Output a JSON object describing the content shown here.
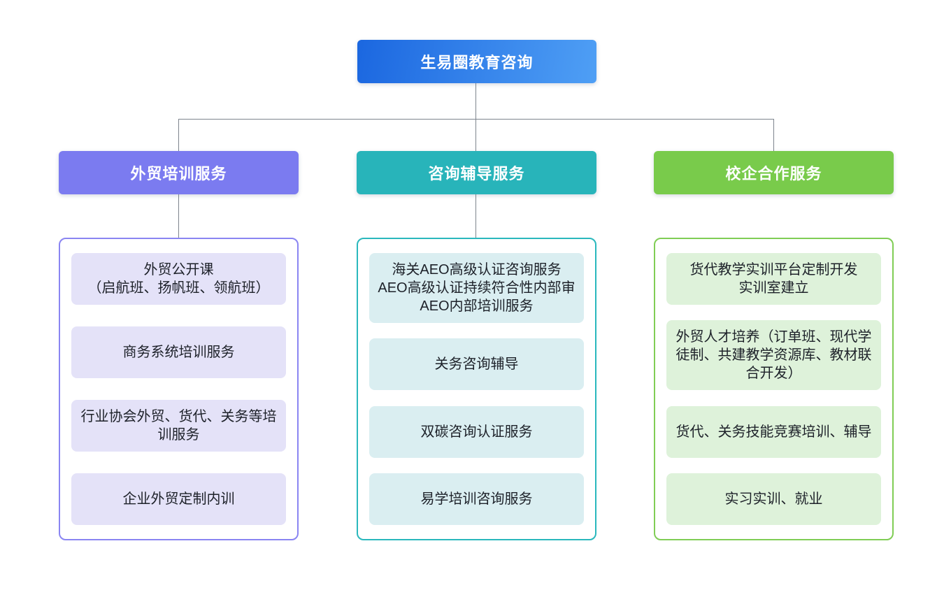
{
  "root": {
    "label": "生易圈教育咨询",
    "gradient_start": "#1b67e0",
    "gradient_end": "#4f9ff5"
  },
  "connector_color": "#7d848d",
  "columns": [
    {
      "header": "外贸培训服务",
      "header_color": "#7b7bf0",
      "border_color": "#8a85f2",
      "item_bg": "#e4e2f8",
      "items": [
        {
          "lines": [
            "外贸公开课",
            "（启航班、扬帆班、领航班）"
          ]
        },
        {
          "lines": [
            "商务系统培训服务"
          ]
        },
        {
          "lines": [
            "行业协会外贸、货代、关务等培训服务"
          ]
        },
        {
          "lines": [
            "企业外贸定制内训"
          ]
        }
      ]
    },
    {
      "header": "咨询辅导服务",
      "header_color": "#28b4ba",
      "border_color": "#2ab8bd",
      "item_bg": "#daeef1",
      "items": [
        {
          "lines": [
            "海关AEO高级认证咨询服务",
            "AEO高级认证持续符合性内部审",
            "AEO内部培训服务"
          ]
        },
        {
          "lines": [
            "关务咨询辅导"
          ]
        },
        {
          "lines": [
            "双碳咨询认证服务"
          ]
        },
        {
          "lines": [
            "易学培训咨询服务"
          ]
        }
      ]
    },
    {
      "header": "校企合作服务",
      "header_color": "#79cb4b",
      "border_color": "#80cd55",
      "item_bg": "#def2da",
      "items": [
        {
          "lines": [
            "货代教学实训平台定制开发",
            "实训室建立"
          ]
        },
        {
          "lines": [
            "外贸人才培养（订单班、现代学徒制、共建教学资源库、教材联合开发）"
          ]
        },
        {
          "lines": [
            "货代、关务技能竞赛培训、辅导"
          ]
        },
        {
          "lines": [
            "实习实训、就业"
          ]
        }
      ]
    }
  ]
}
